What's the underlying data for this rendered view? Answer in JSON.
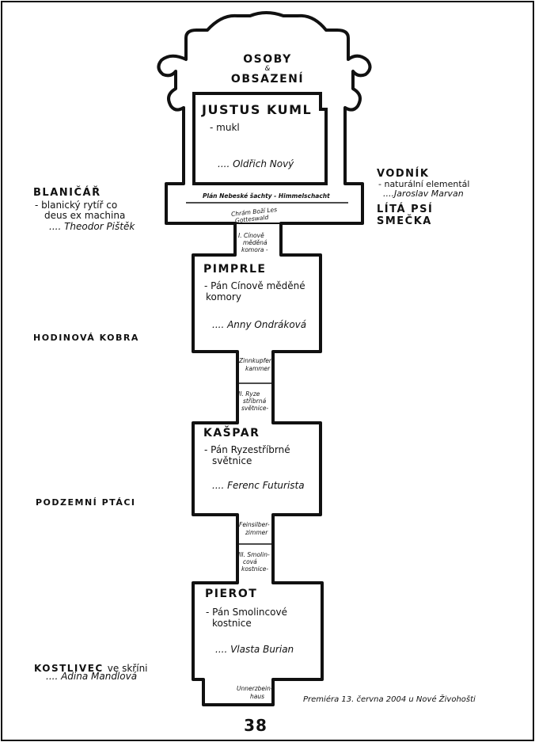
{
  "header": {
    "title_line1": "OSOBY",
    "title_amp": "&",
    "title_line2": "OBSAZENÍ"
  },
  "characters": [
    {
      "name": "JUSTUS KUML",
      "role": "- mukl",
      "actor": ".... Oldřich Nový"
    },
    {
      "name": "PIMPRLE",
      "role_line1": "- Pán Cínově měděné",
      "role_line2": "komory",
      "actor": ".... Anny Ondráková"
    },
    {
      "name": "KAŠPAR",
      "role_line1": "- Pán Ryzestříbrné",
      "role_line2": "světnice",
      "actor": ".... Ferenc Futurista"
    },
    {
      "name": "PIEROT",
      "role_line1": "- Pán Smolincové",
      "role_line2": "kostnice",
      "actor": ".... Vlasta Burian"
    }
  ],
  "plans": {
    "p1": "Plán Nebeské šachty - Himmelschacht",
    "p2_line1": "Chrám Boží Les",
    "p2_line2": "Gotteswald",
    "p3_line1": "I. Cínově",
    "p3_line2": "měděná",
    "p3_line3": "komora -",
    "p4_line1": "Zinnkupfer-",
    "p4_line2": "kammer",
    "p5_line1": "II. Ryze",
    "p5_line2": "stříbrná",
    "p5_line3": "světnice-",
    "p6_line1": "Feinsilber-",
    "p6_line2": "zimmer",
    "p7_line1": "III. Smolin-",
    "p7_line2": "cová",
    "p7_line3": "kostnice-",
    "p8_line1": "Unnerzbein-",
    "p8_line2": "haus"
  },
  "left": {
    "blanicar_name": "BLANIČÁŘ",
    "blanicar_desc1": "- blanický rytíř co",
    "blanicar_desc2": "deus ex machina",
    "blanicar_actor": ".... Theodor Pištěk",
    "kobra": "HODINOVÁ KOBRA",
    "ptaci": "PODZEMNÍ PTÁCI",
    "kostlivec_name": "KOSTLIVEC",
    "kostlivec_suffix": "ve skříni",
    "kostlivec_actor": ".... Adina Mandlová"
  },
  "right": {
    "vodnik_name": "VODNÍK",
    "vodnik_desc": "- naturální elementál",
    "vodnik_actor": "....Jaroslav Marvan",
    "smecka_line1": "LÍTÁ PSÍ",
    "smecka_line2": "SMEČKA"
  },
  "footer": {
    "premiere": "Premiéra 13. června 2004 u Nové Živohošti",
    "page_number": "38"
  }
}
